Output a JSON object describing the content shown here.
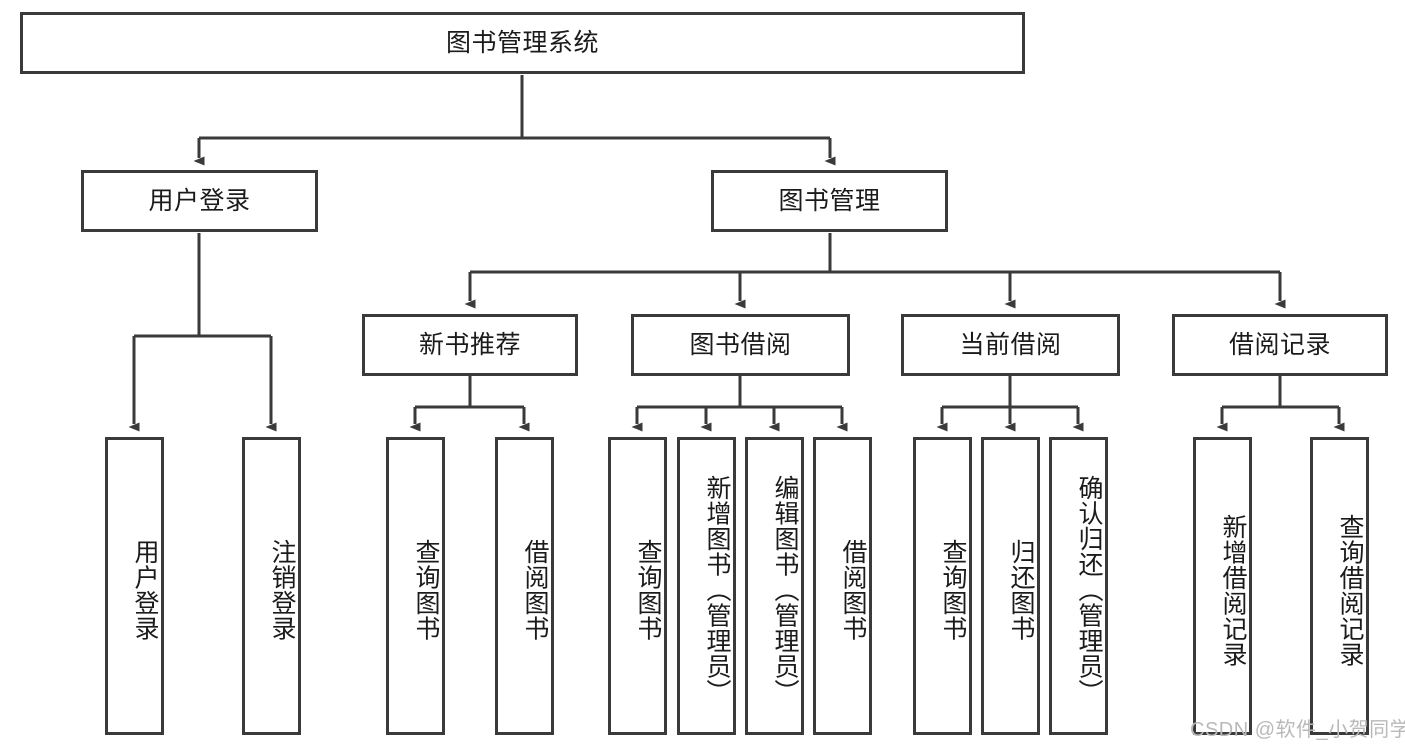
{
  "diagram": {
    "type": "tree-hierarchy-chart",
    "title": "图书管理系统",
    "colors": {
      "box_border": "#3a3a3a",
      "box_fill": "#ffffff",
      "connector": "#3a3a3a",
      "text": "#1b1b1b",
      "background": "#ffffff",
      "watermark": "#b9b9b9"
    },
    "root": {
      "label": "图书管理系统"
    },
    "level2": [
      {
        "id": "user-login",
        "label": "用户登录"
      },
      {
        "id": "book-management",
        "label": "图书管理"
      }
    ],
    "level3": [
      {
        "id": "new-book-recommend",
        "label": "新书推荐",
        "parent": "book-management"
      },
      {
        "id": "book-borrow",
        "label": "图书借阅",
        "parent": "book-management"
      },
      {
        "id": "current-borrow",
        "label": "当前借阅",
        "parent": "book-management"
      },
      {
        "id": "borrow-record",
        "label": "借阅记录",
        "parent": "book-management"
      }
    ],
    "leaves": {
      "user_login": [
        {
          "id": "leaf-user-login",
          "label": "用户登录"
        },
        {
          "id": "leaf-logout-login",
          "label": "注销登录"
        }
      ],
      "new_book_recommend": [
        {
          "id": "leaf-query-book-1",
          "label": "查询图书"
        },
        {
          "id": "leaf-borrow-book-1",
          "label": "借阅图书"
        }
      ],
      "book_borrow": [
        {
          "id": "leaf-query-book-2",
          "label": "查询图书"
        },
        {
          "id": "leaf-add-book",
          "label": "新增图书（管理员）"
        },
        {
          "id": "leaf-edit-book",
          "label": "编辑图书（管理员）"
        },
        {
          "id": "leaf-borrow-book-2",
          "label": "借阅图书"
        }
      ],
      "current_borrow": [
        {
          "id": "leaf-query-book-3",
          "label": "查询图书"
        },
        {
          "id": "leaf-return-book",
          "label": "归还图书"
        },
        {
          "id": "leaf-confirm-return",
          "label": "确认归还（管理员）"
        }
      ],
      "borrow_record": [
        {
          "id": "leaf-add-record",
          "label": "新增借阅记录"
        },
        {
          "id": "leaf-query-record",
          "label": "查询借阅记录"
        }
      ]
    },
    "watermark": "CSDN @软件_小贺同学"
  }
}
